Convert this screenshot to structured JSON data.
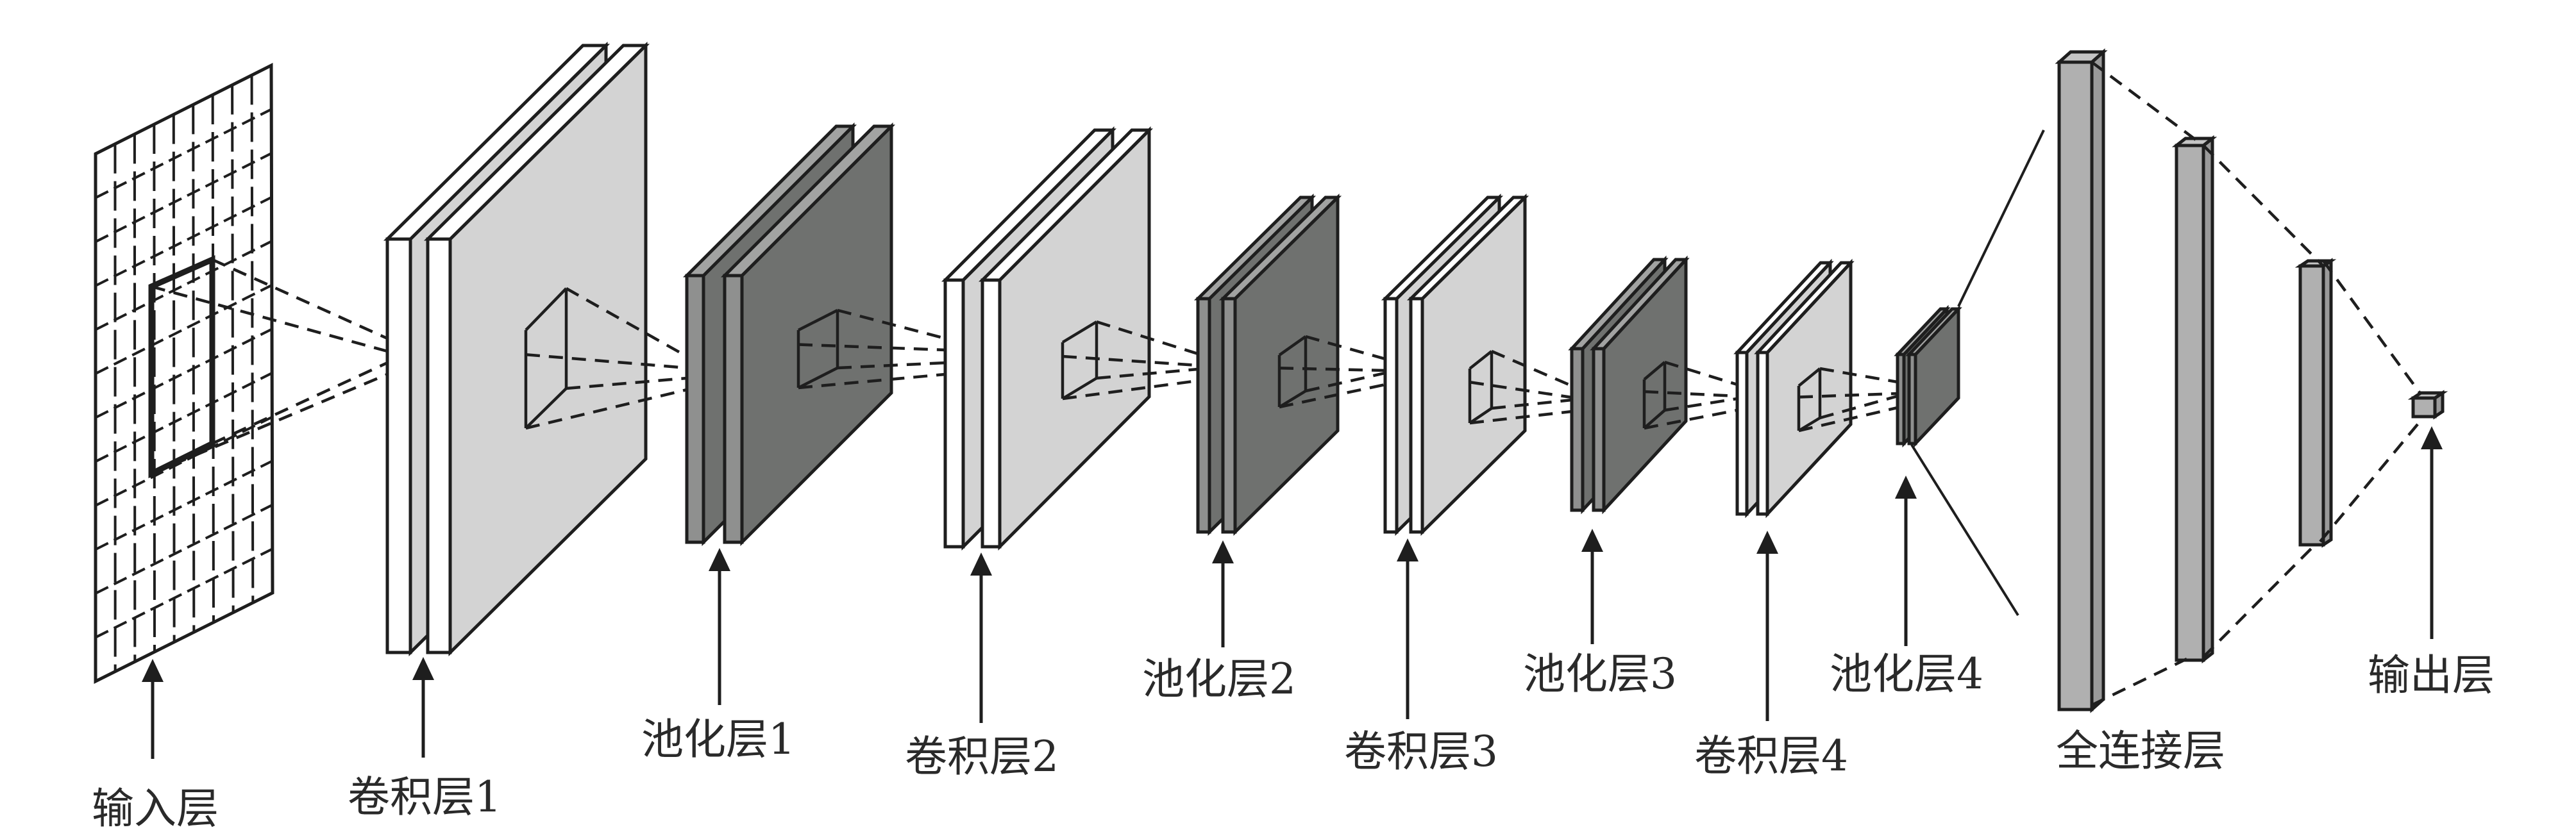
{
  "diagram": {
    "type": "cnn-architecture",
    "colors": {
      "stroke": "#1e1e1e",
      "conv_front": "#ffffff",
      "conv_face": "#d3d3d3",
      "pool_front": "#8f908f",
      "pool_face": "#6f716f",
      "pool_top": "#a2a3a2",
      "fc_face": "#b0b0b0",
      "fc_side": "#9a9a9a"
    },
    "layers": [
      {
        "id": "input",
        "kind": "input",
        "label": "输入层"
      },
      {
        "id": "conv1",
        "kind": "conv",
        "label": "卷积层1"
      },
      {
        "id": "pool1",
        "kind": "pool",
        "label": "池化层1"
      },
      {
        "id": "conv2",
        "kind": "conv",
        "label": "卷积层2"
      },
      {
        "id": "pool2",
        "kind": "pool",
        "label": "池化层2"
      },
      {
        "id": "conv3",
        "kind": "conv",
        "label": "卷积层3"
      },
      {
        "id": "pool3",
        "kind": "pool",
        "label": "池化层3"
      },
      {
        "id": "conv4",
        "kind": "conv",
        "label": "卷积层4"
      },
      {
        "id": "pool4",
        "kind": "pool",
        "label": "池化层4"
      },
      {
        "id": "fc",
        "kind": "fc",
        "label": "全连接层"
      },
      {
        "id": "output",
        "kind": "output",
        "label": "输出层"
      }
    ]
  }
}
